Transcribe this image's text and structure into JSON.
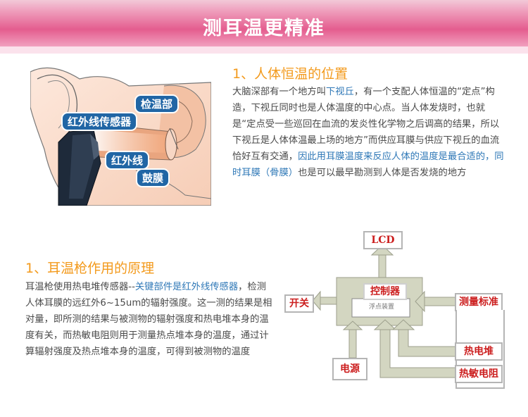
{
  "banner": {
    "title": "测耳温更精准"
  },
  "section1": {
    "heading": "1、人体恒温的位置",
    "p_a": "大脑深部有一个地方叫",
    "p_b": "下视丘",
    "p_c": "，有一个支配人体恒温的“定点”构造，下视丘同时也是人体温度的中心点。当人体发烧时，也就是“定点受一些巡回在血流的发炎性化学物之后调高的结果，所以下视丘是人体体温最上场的地方”而供应耳膜与供应下视丘的血流恰好互有交通，",
    "p_d": "因此用耳膜温度来反应人体的温度是最合适的，同时耳膜（骨膜）",
    "p_e": "也是可以最早勘测到人体是否发烧的地方"
  },
  "ear_figure": {
    "labels": {
      "detect": "检温部",
      "sensor": "红外线传感器",
      "infrared": "红外线",
      "eardrum": "鼓膜"
    }
  },
  "section2": {
    "heading": "1、耳温枪作用的原理",
    "p_a": "耳温枪使用热电堆传感器--",
    "p_b": "关键部件是红外线传感器",
    "p_c": "，检测人体耳膜的远红外6~15um的辐射强度。这一测的结果是相对量，即所测的结果与被测物的辐射强度和热电堆本身的温度有关，而热敏电阻则用于测量热点堆本身的温度，通过计算辐射强度及热点堆本身的温度，可得到被测物的温度"
  },
  "block_diagram": {
    "lcd": "LCD",
    "controller": "控制器",
    "chip": "浮点装置",
    "switch": "开关",
    "power": "电源",
    "calibration": "测量标准",
    "thermopile": "热电堆",
    "thermistor": "热敏电阻"
  },
  "colors": {
    "banner": "#e45d8f",
    "heading": "#f39a1c",
    "highlight": "#2f78b7",
    "diagram_pipe": "#d2d5bf",
    "diagram_label": "#cc1f1f",
    "label_box": "#2166a5"
  }
}
